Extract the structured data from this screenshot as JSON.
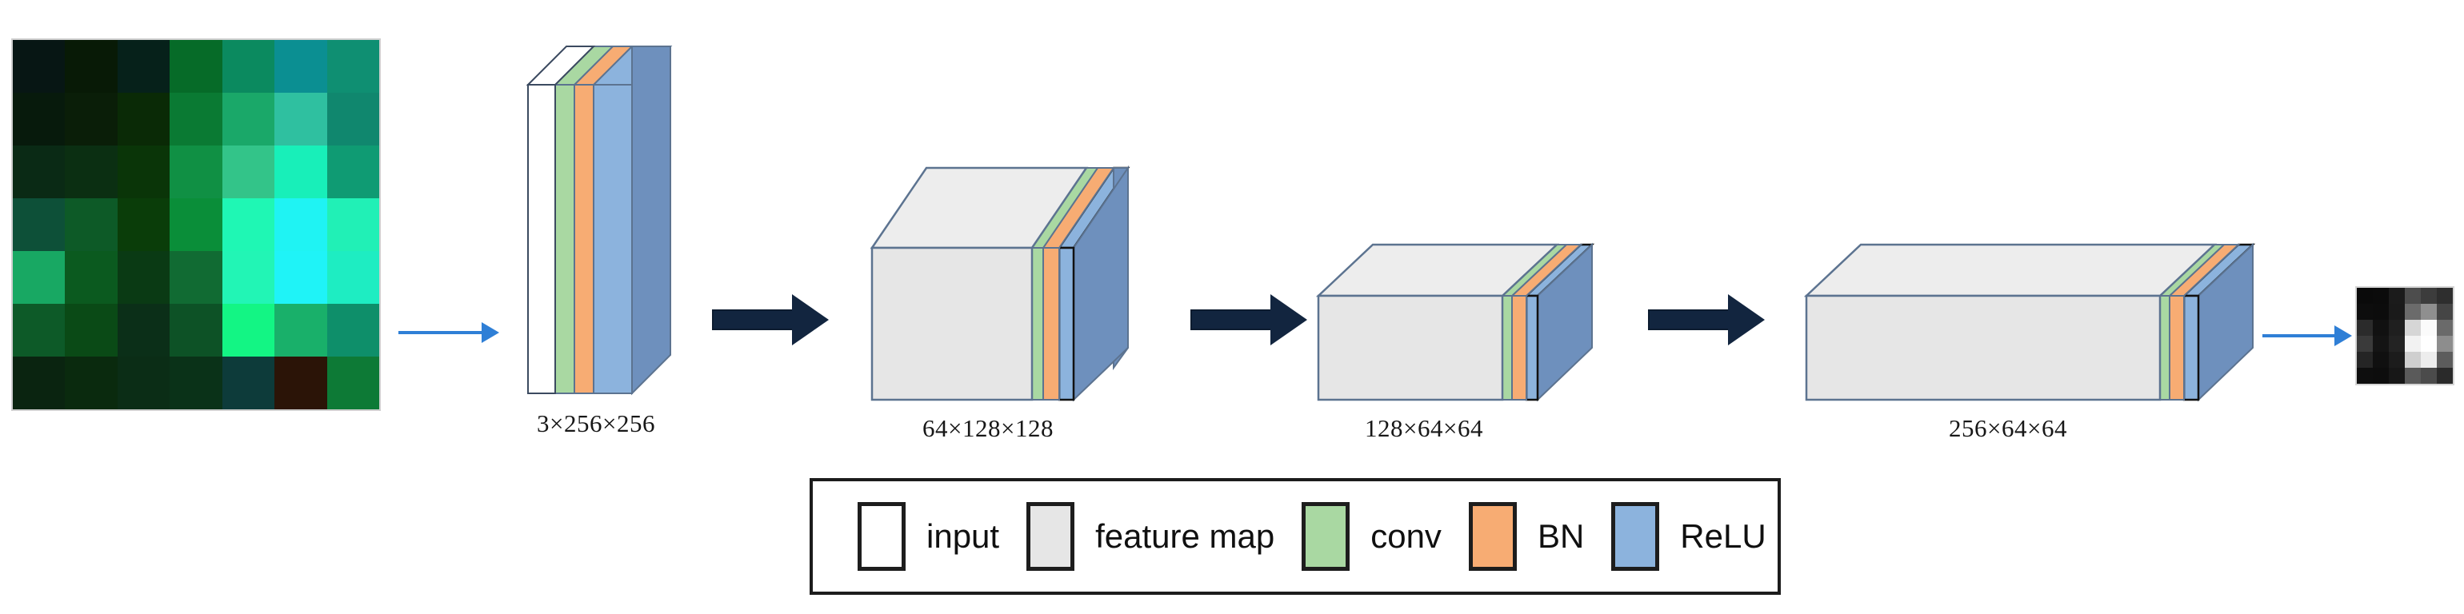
{
  "diagram": {
    "title": "CNN feature extraction pipeline",
    "type": "network-architecture"
  },
  "palette": {
    "input_white": "#ffffff",
    "feature_map_gray": "#e6e6e6",
    "conv_green": "#a9d8a2",
    "bn_orange": "#f7ac73",
    "relu_blue": "#8cb3dd",
    "relu_blue_side": "#6e90bd",
    "outline_slate": "#5c7390",
    "outline_black": "#111111",
    "arrow_blue": "#2f7fd6",
    "arrow_dark": "#12253f"
  },
  "input_image": {
    "name": "input-image",
    "alt": "pixelated green satellite tile",
    "grid": [
      7,
      7
    ],
    "pixels": [
      "#071614",
      "#081a06",
      "#06211a",
      "#066b28",
      "#0b8a5f",
      "#0b8f92",
      "#0f8f72",
      "#071a0c",
      "#0a1e08",
      "#0a2a06",
      "#0a7a33",
      "#1aa869",
      "#2fc0a0",
      "#10876e",
      "#0a2a15",
      "#0b2f12",
      "#0a3508",
      "#109044",
      "#33c489",
      "#18efb9",
      "#0f9b73",
      "#0d5038",
      "#0d5a27",
      "#0a3d09",
      "#0a8e39",
      "#1ff7b4",
      "#1ff3f3",
      "#21f0b6",
      "#18a863",
      "#0b5a1f",
      "#0a3a14",
      "#116b33",
      "#22f5b5",
      "#1ff3f7",
      "#1eedc2",
      "#0d5a28",
      "#0a4a16",
      "#0b2f18",
      "#0d5226",
      "#13f584",
      "#19b06a",
      "#0e8f6a",
      "#0a2410",
      "#0a2a0e",
      "#0b2d16",
      "#0a3218",
      "#0d3b3a",
      "#2b1407",
      "#0d7a36"
    ]
  },
  "output_image": {
    "name": "output-image",
    "alt": "grayscale activation map",
    "grid": [
      6,
      6
    ],
    "pixels": [
      "#0a0a0a",
      "#0b0b0b",
      "#1b1b1b",
      "#4d4d4d",
      "#3c3c3c",
      "#2e2e2e",
      "#0d0d0d",
      "#0c0c0c",
      "#1a1a1a",
      "#6b6b6b",
      "#8f8f8f",
      "#454545",
      "#2b2b2b",
      "#111111",
      "#1f1f1f",
      "#d6d6d6",
      "#fbfbfb",
      "#6a6a6a",
      "#3a3a3a",
      "#141414",
      "#232323",
      "#f2f2f2",
      "#ffffff",
      "#8d8d8d",
      "#252525",
      "#101010",
      "#1c1c1c",
      "#cfcfcf",
      "#ededed",
      "#5c5c5c",
      "#0e0e0e",
      "#0d0d0d",
      "#171717",
      "#5a5a5a",
      "#4b4b4b",
      "#2a2a2a"
    ]
  },
  "arrows": [
    {
      "name": "arrow-input-to-block1",
      "style": "thin-blue"
    },
    {
      "name": "arrow-block1-to-block2",
      "style": "thick-dark"
    },
    {
      "name": "arrow-block2-to-block3",
      "style": "thick-dark"
    },
    {
      "name": "arrow-block3-to-block4",
      "style": "thick-dark"
    },
    {
      "name": "arrow-block4-to-output",
      "style": "thin-blue"
    }
  ],
  "blocks": [
    {
      "name": "block-1",
      "label": "3×256×256",
      "layers": [
        "input",
        "conv",
        "BN",
        "ReLU"
      ]
    },
    {
      "name": "block-2",
      "label": "64×128×128",
      "layers": [
        "feature map",
        "conv",
        "BN",
        "ReLU"
      ]
    },
    {
      "name": "block-3",
      "label": "128×64×64",
      "layers": [
        "feature map",
        "conv",
        "BN",
        "ReLU"
      ]
    },
    {
      "name": "block-4",
      "label": "256×64×64",
      "layers": [
        "feature map",
        "conv",
        "BN",
        "ReLU"
      ]
    }
  ],
  "legend": {
    "name": "legend-box",
    "items": [
      {
        "label": "input",
        "color": "#ffffff"
      },
      {
        "label": "feature map",
        "color": "#e6e6e6"
      },
      {
        "label": "conv",
        "color": "#a9d8a2"
      },
      {
        "label": "BN",
        "color": "#f7ac73"
      },
      {
        "label": "ReLU",
        "color": "#8cb3dd"
      }
    ]
  }
}
